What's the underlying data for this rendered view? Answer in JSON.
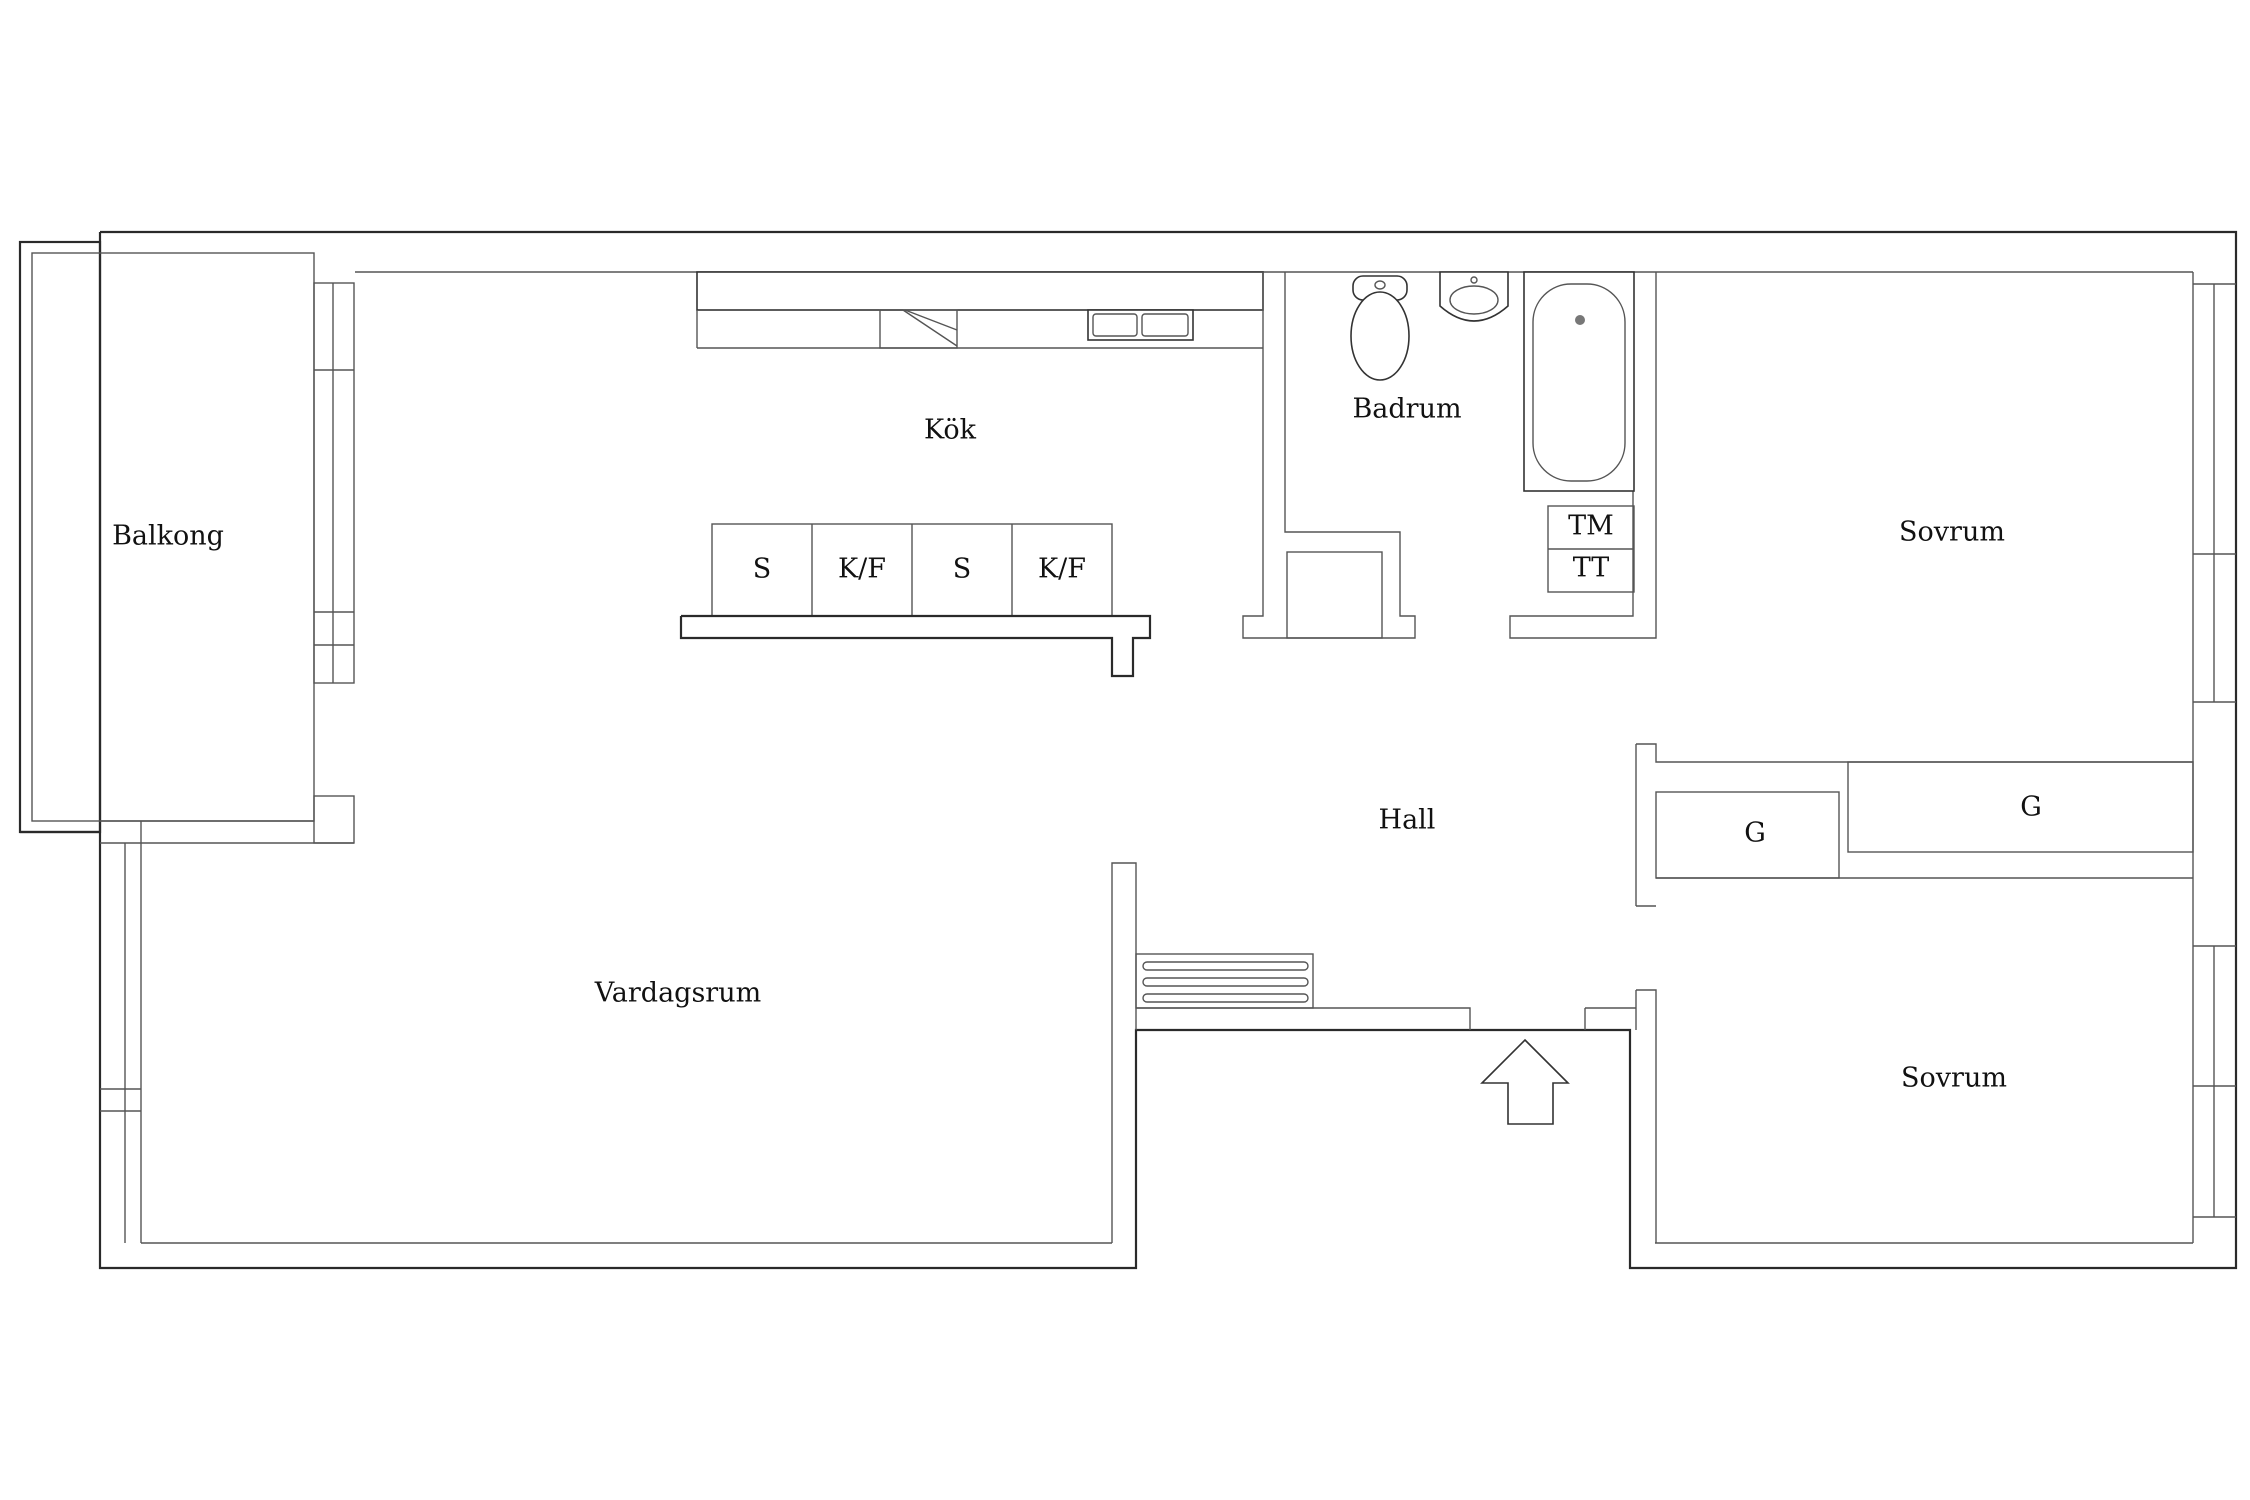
{
  "rooms": {
    "balkong": "Balkong",
    "kok": "Kök",
    "badrum": "Badrum",
    "sovrum_top": "Sovrum",
    "hall": "Hall",
    "vardagsrum": "Vardagsrum",
    "sovrum_bottom": "Sovrum"
  },
  "labels": {
    "s_1": "S",
    "kf_1": "K/F",
    "s_2": "S",
    "kf_2": "K/F",
    "tm": "TM",
    "tt": "TT",
    "g_left": "G",
    "g_right": "G"
  },
  "colors": {
    "wall": "#2a2a2a",
    "background": "#ffffff"
  }
}
